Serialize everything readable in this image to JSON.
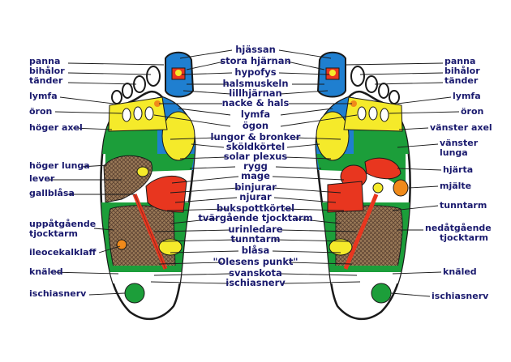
{
  "colors": {
    "blue": "#1f7fd0",
    "yellow": "#f5ea2a",
    "green": "#1c9e3a",
    "red": "#e8361f",
    "orange": "#f08a1a",
    "brown": "#8a6a4a",
    "outline": "#1a1a1a",
    "text": "#1a1a6e"
  },
  "labels": {
    "center": {
      "hjassan": "hjässan",
      "stora_hjarnan": "stora hjärnan",
      "hypofys": "hypofys",
      "halsmuskeln": "halsmuskeln",
      "lillhjarnan": "lillhjärnan",
      "nacke_hals": "nacke & hals",
      "lymfa": "lymfa",
      "ogon": "ögon",
      "lungor_bronker": "lungor & bronker",
      "skoldkortel": "sköldkörtel",
      "solar_plexus": "solar plexus",
      "rygg": "rygg",
      "mage": "mage",
      "binjurar": "binjurar",
      "njurar": "njurar",
      "bukspottkortel": "bukspottkörtel",
      "tvargaende_tjocktarm": "tvärgående tjocktarm",
      "urinledare": "urinledare",
      "tunntarm": "tunntarm",
      "blasa": "blåsa",
      "olesens_punkt": "\"Olesens punkt\"",
      "svanskota": "svanskota",
      "ischiasnerv": "ischiasnerv"
    },
    "left": {
      "panna": "panna",
      "bihalor": "bihålor",
      "tander": "tänder",
      "lymfa": "lymfa",
      "oron": "öron",
      "hoger_axel": "höger axel",
      "hoger_lunga": "höger lunga",
      "lever": "lever",
      "gallblasa": "gallblåsa",
      "uppatgaende": "uppåtgående",
      "tjocktarm": "tjocktarm",
      "ileocekalklaff": "ileocekalklaff",
      "knaled": "knäled",
      "ischiasnerv": "ischiasnerv"
    },
    "right": {
      "panna": "panna",
      "bihalor": "bihålor",
      "tander": "tänder",
      "lymfa": "lymfa",
      "oron": "öron",
      "vanster_axel": "vänster axel",
      "vanster": "vänster",
      "lunga": "lunga",
      "hjarta": "hjärta",
      "mjalte": "mjälte",
      "tunntarm": "tunntarm",
      "nedatgaende": "nedåtgående",
      "tjocktarm": "tjocktarm",
      "knaled": "knäled",
      "ischiasnerv": "ischiasnerv"
    }
  }
}
